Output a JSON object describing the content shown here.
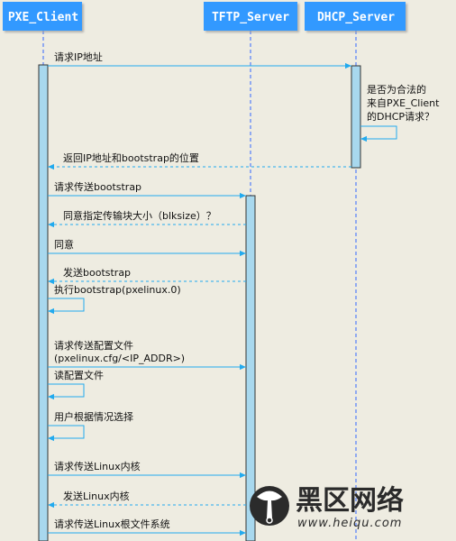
{
  "participants": [
    {
      "id": "pxe",
      "name": "PXE_Client"
    },
    {
      "id": "tftp",
      "name": "TFTP_Server"
    },
    {
      "id": "dhcp",
      "name": "DHCP_Server"
    }
  ],
  "messages": [
    {
      "from": "pxe",
      "to": "dhcp",
      "style": "solid",
      "text": [
        "请求IP地址"
      ]
    },
    {
      "from": "dhcp",
      "to": "dhcp",
      "style": "self",
      "text": [
        "是否为合法的",
        "来自PXE_Client",
        "的DHCP请求？"
      ]
    },
    {
      "from": "dhcp",
      "to": "pxe",
      "style": "dashed",
      "text": [
        "返回IP地址和bootstrap的位置"
      ]
    },
    {
      "from": "pxe",
      "to": "tftp",
      "style": "solid",
      "text": [
        "请求传送bootstrap"
      ]
    },
    {
      "from": "tftp",
      "to": "pxe",
      "style": "dashed",
      "text": [
        "同意指定传输块大小（blksize）？"
      ]
    },
    {
      "from": "pxe",
      "to": "tftp",
      "style": "solid",
      "text": [
        "同意"
      ]
    },
    {
      "from": "tftp",
      "to": "pxe",
      "style": "dashed",
      "text": [
        "发送bootstrap"
      ]
    },
    {
      "from": "pxe",
      "to": "pxe",
      "style": "self",
      "text": [
        "执行bootstrap(pxelinux.0)"
      ]
    },
    {
      "from": "pxe",
      "to": "tftp",
      "style": "solid",
      "text": [
        "请求传送配置文件",
        "(pxelinux.cfg/<IP_ADDR>)"
      ]
    },
    {
      "from": "pxe",
      "to": "pxe",
      "style": "self",
      "text": [
        "读配置文件"
      ]
    },
    {
      "from": "pxe",
      "to": "pxe",
      "style": "self",
      "text": [
        "用户根据情况选择"
      ]
    },
    {
      "from": "pxe",
      "to": "tftp",
      "style": "solid",
      "text": [
        "请求传送Linux内核"
      ]
    },
    {
      "from": "tftp",
      "to": "pxe",
      "style": "dashed",
      "text": [
        "发送Linux内核"
      ]
    },
    {
      "from": "pxe",
      "to": "tftp",
      "style": "solid",
      "text": [
        "请求传送Linux根文件系统"
      ]
    }
  ],
  "watermark": {
    "cn": "黑区网络",
    "url": "www.heiqu.com"
  },
  "colors": {
    "background": "#eeece1",
    "header": "#3399ff",
    "lifeline": "#3366ff",
    "activation": "#a8d8ee",
    "arrow": "#22aaee"
  }
}
